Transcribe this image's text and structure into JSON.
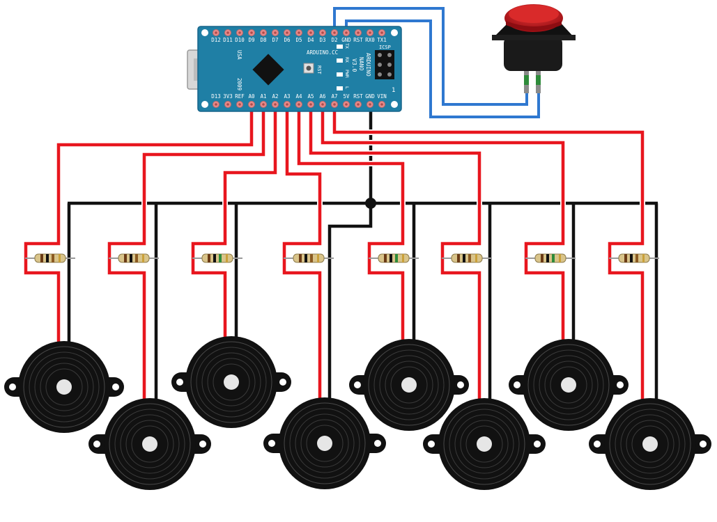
{
  "board": {
    "brand": "ARDUINO.CC",
    "model_line1": "ARDUINO",
    "model_line2": "NANO",
    "model_line3": "V3.0",
    "usa": "USA",
    "year": "2009",
    "icsp": "ICSP",
    "icsp_num": "1",
    "rst": "RST",
    "led_tx": "TX",
    "led_rx": "RX",
    "led_pwr": "PWR",
    "led_l": "L",
    "top_pins": [
      "D12",
      "D11",
      "D10",
      "D9",
      "D8",
      "D7",
      "D6",
      "D5",
      "D4",
      "D3",
      "D2",
      "GND",
      "RST",
      "RX0",
      "TX1"
    ],
    "bottom_pins": [
      "D13",
      "3V3",
      "REF",
      "A0",
      "A1",
      "A2",
      "A3",
      "A4",
      "A5",
      "A6",
      "A7",
      "5V",
      "RST",
      "GND",
      "VIN"
    ]
  },
  "colors": {
    "board": "#1f7fa5",
    "signal_wire": "#e8161e",
    "ground_wire": "#111111",
    "button_wire": "#2f78d0",
    "button_cap": "#c8161c",
    "buzzer": "#111111"
  },
  "components": {
    "button": "push-button",
    "resistor_count": 8,
    "buzzer_count": 8
  }
}
